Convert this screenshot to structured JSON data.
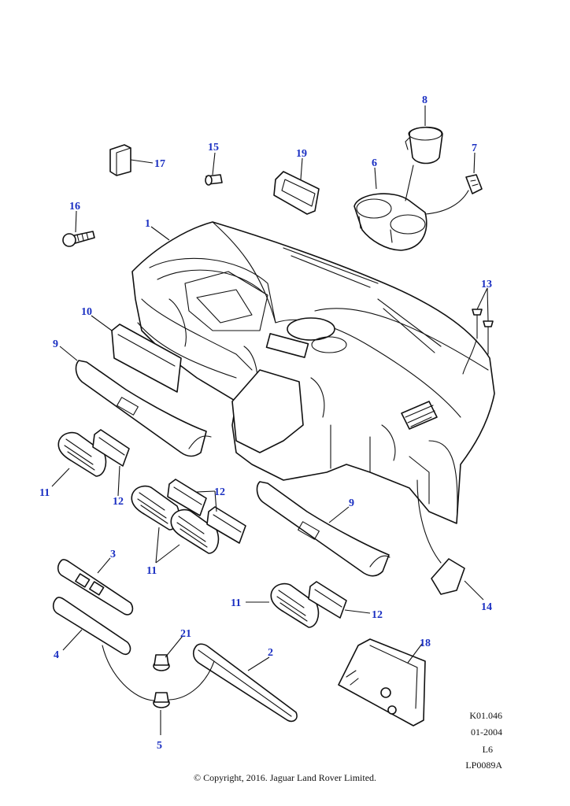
{
  "callouts": {
    "c1": "1",
    "c2": "2",
    "c3": "3",
    "c4": "4",
    "c5": "5",
    "c6": "6",
    "c7": "7",
    "c8": "8",
    "c9a": "9",
    "c9b": "9",
    "c10": "10",
    "c11a": "11",
    "c11b": "11",
    "c11c": "11",
    "c12a": "12",
    "c12b": "12",
    "c12c": "12",
    "c13": "13",
    "c14": "14",
    "c15": "15",
    "c16": "16",
    "c17": "17",
    "c18": "18",
    "c19": "19",
    "c21": "21"
  },
  "meta": {
    "ref": "K01.046",
    "date": "01-2004",
    "engine": "L6",
    "code": "LP0089A"
  },
  "copyright": "© Copyright, 2016. Jaguar Land Rover Limited."
}
